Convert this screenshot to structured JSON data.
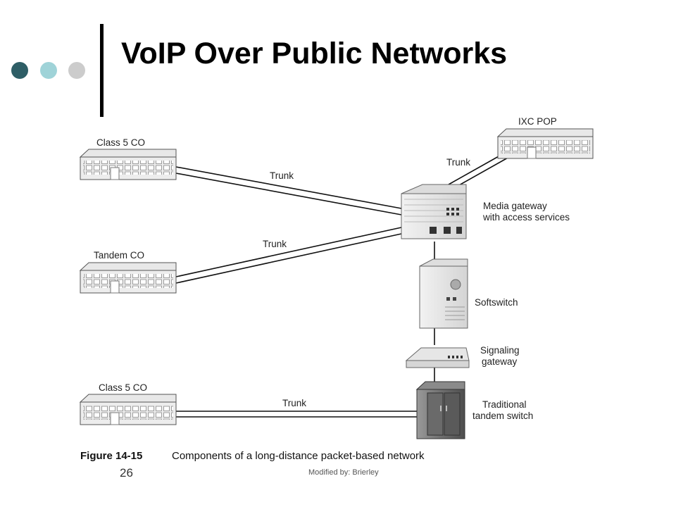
{
  "slide": {
    "title": "VoIP Over Public Networks",
    "page_number": "26",
    "footer": "Modified by: Brierley",
    "bullet_colors": [
      "#2e5e66",
      "#9fd3d8",
      "#cccccc"
    ]
  },
  "diagram": {
    "nodes": {
      "class5_top": "Class 5 CO",
      "tandem_co": "Tandem CO",
      "class5_bottom": "Class 5 CO",
      "ixc_pop": "IXC POP",
      "media_gateway_line1": "Media gateway",
      "media_gateway_line2": "with access services",
      "softswitch": "Softswitch",
      "signaling_line1": "Signaling",
      "signaling_line2": "gateway",
      "tandem_switch_line1": "Traditional",
      "tandem_switch_line2": "tandem switch"
    },
    "links": {
      "trunk_class5_top": "Trunk",
      "trunk_tandem": "Trunk",
      "trunk_ixc": "Trunk",
      "trunk_class5_bottom": "Trunk"
    },
    "caption": {
      "label": "Figure 14-15",
      "text": "Components of a long-distance packet-based network"
    }
  }
}
